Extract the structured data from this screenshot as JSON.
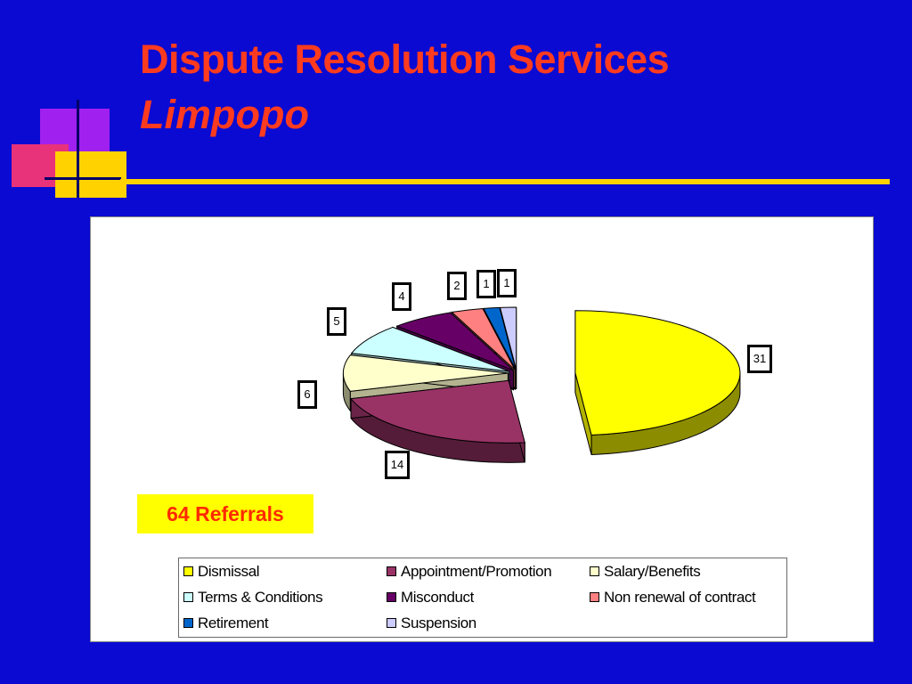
{
  "slide": {
    "title": "Dispute Resolution Services",
    "subtitle": "Limpopo",
    "badge": "64 Referrals"
  },
  "colors": {
    "background": "#0a0ad2",
    "title": "#ff3b1f",
    "rule": "#ffd200",
    "badge_bg": "#ffff00",
    "badge_text": "#ff2a00"
  },
  "chart_data": {
    "type": "pie",
    "style": "3d-exploded",
    "total": 64,
    "categories": [
      "Dismissal",
      "Appointment/Promotion",
      "Salary/Benefits",
      "Terms & Conditions",
      "Misconduct",
      "Non renewal of contract",
      "Retirement",
      "Suspension"
    ],
    "values": [
      31,
      14,
      6,
      5,
      4,
      2,
      1,
      1
    ],
    "colors": [
      "#ffff00",
      "#993366",
      "#ffffcc",
      "#ccffff",
      "#660066",
      "#ff8080",
      "#0066cc",
      "#ccccff"
    ],
    "data_labels": [
      "31",
      "14",
      "6",
      "5",
      "4",
      "2",
      "1",
      "1"
    ],
    "legend_position": "bottom"
  }
}
